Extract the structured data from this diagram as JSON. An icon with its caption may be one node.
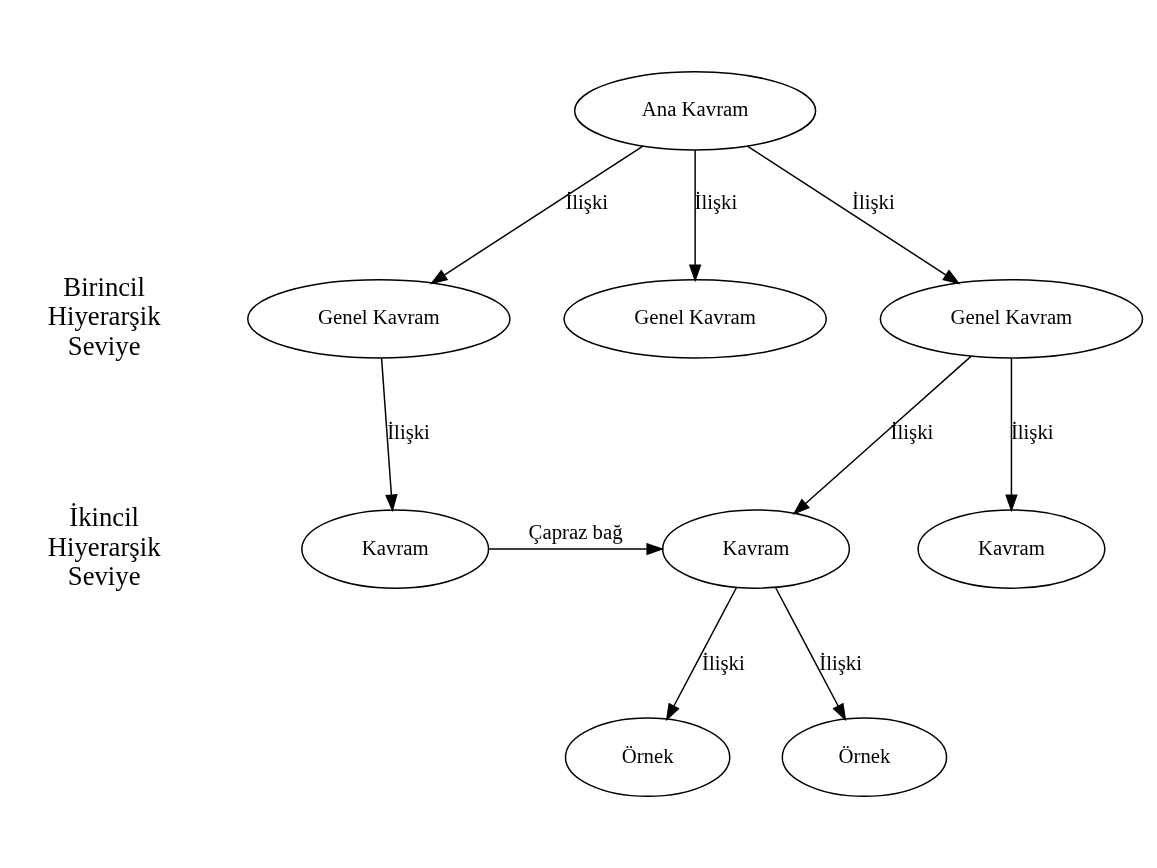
{
  "diagram": {
    "nodes": [
      {
        "text": [
          "Ana Kavram"
        ]
      },
      {
        "text": [
          "Genel Kavram"
        ]
      },
      {
        "text": [
          "Genel Kavram"
        ]
      },
      {
        "text": [
          "Genel Kavram"
        ]
      },
      {
        "text": [
          "Kavram"
        ]
      },
      {
        "text": [
          "Kavram"
        ]
      },
      {
        "text": [
          "Kavram"
        ]
      },
      {
        "text": [
          "Örnek"
        ]
      },
      {
        "text": [
          "Örnek"
        ]
      }
    ],
    "edges": [
      {
        "from": 0,
        "to": 1,
        "arrow": "to",
        "label": "İlişki"
      },
      {
        "from": 0,
        "to": 2,
        "arrow": "to",
        "label": "İlişki"
      },
      {
        "from": 0,
        "to": 3,
        "arrow": "to",
        "label": "İlişki"
      },
      {
        "from": 1,
        "to": 4,
        "arrow": "to",
        "label": "İlişki"
      },
      {
        "from": 3,
        "to": 5,
        "arrow": "to",
        "label": "İlişki"
      },
      {
        "from": 3,
        "to": 6,
        "arrow": "to",
        "label": "İlişki"
      },
      {
        "from": 4,
        "to": 5,
        "arrow": "to",
        "label": "Çapraz bağ"
      },
      {
        "from": 5,
        "to": 7,
        "arrow": "to",
        "label": "İlişki"
      },
      {
        "from": 5,
        "to": 8,
        "arrow": "to",
        "label": "İlişki"
      }
    ],
    "labels": [
      "Birincil Hiyerarşik Seviye",
      "İkincil Hiyerarşik Seviye"
    ]
  }
}
